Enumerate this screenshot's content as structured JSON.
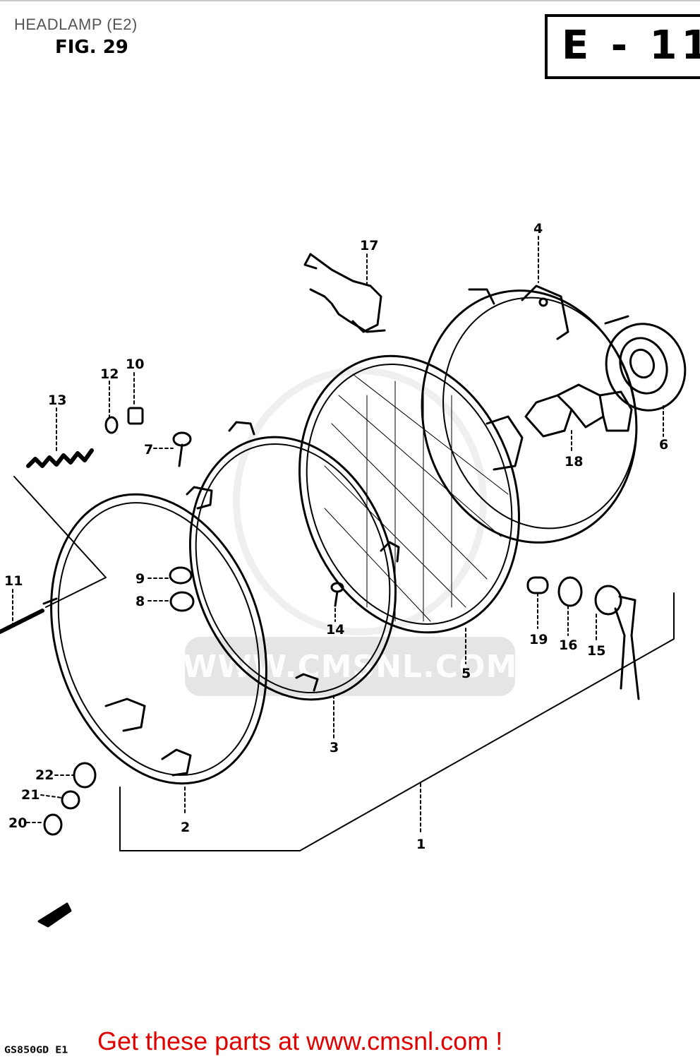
{
  "header": {
    "title": "HEADLAMP (E2)",
    "figure": "FIG. 29",
    "section_code": "E - 11"
  },
  "watermark": "WWW.CMSNL.COM",
  "callouts": {
    "c1": "1",
    "c2": "2",
    "c3": "3",
    "c4": "4",
    "c5": "5",
    "c6": "6",
    "c7": "7",
    "c8": "8",
    "c9": "9",
    "c10": "10",
    "c11": "11",
    "c12": "12",
    "c13": "13",
    "c14": "14",
    "c15": "15",
    "c16": "16",
    "c17": "17",
    "c18": "18",
    "c19": "19",
    "c20": "20",
    "c21": "21",
    "c22": "22"
  },
  "footer": {
    "model_code": "GS850GD E1",
    "link_text": "Get these parts at www.cmsnl.com !"
  },
  "colors": {
    "link": "#e00000",
    "line": "#000000",
    "title_gray": "#555555"
  }
}
